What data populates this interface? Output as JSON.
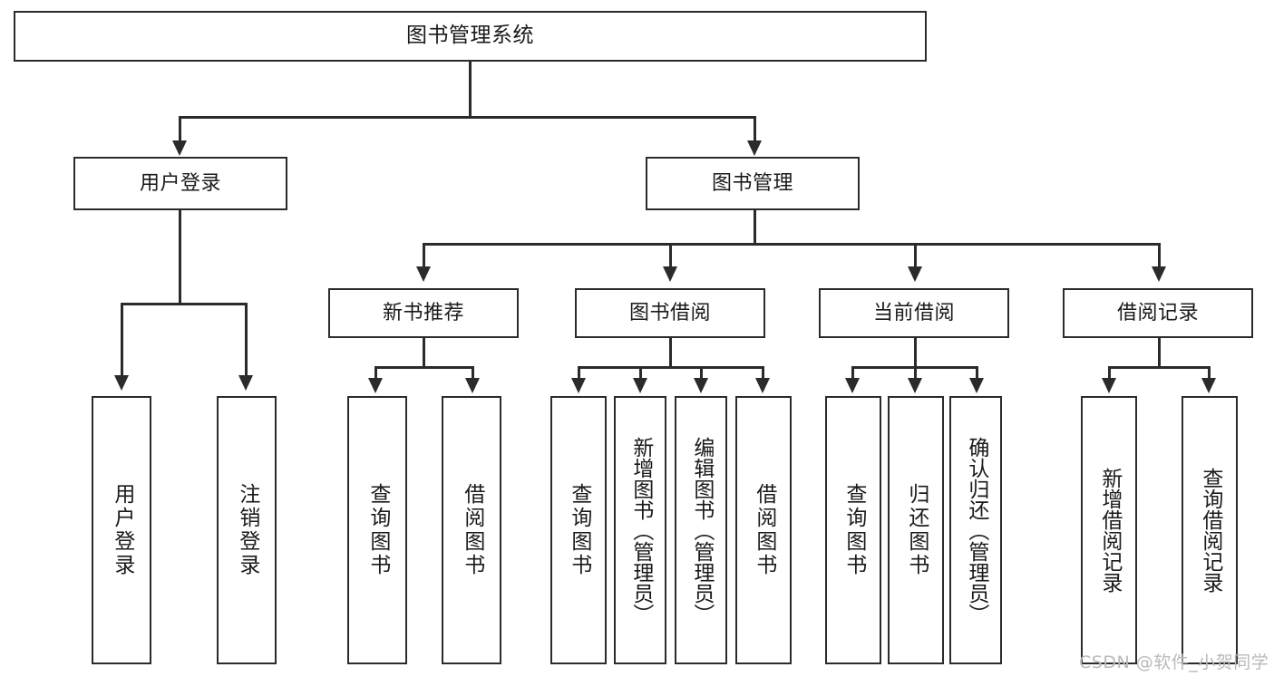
{
  "diagram": {
    "title": "图书管理系统",
    "type": "hierarchy-tree",
    "levels": 3
  },
  "root": {
    "label": "图书管理系统"
  },
  "level2": [
    {
      "id": "user-login",
      "label": "用户登录"
    },
    {
      "id": "book-management",
      "label": "图书管理"
    }
  ],
  "level3": [
    {
      "id": "new-book-recommend",
      "label": "新书推荐",
      "parent": "book-management"
    },
    {
      "id": "book-borrow",
      "label": "图书借阅",
      "parent": "book-management"
    },
    {
      "id": "current-borrow",
      "label": "当前借阅",
      "parent": "book-management"
    },
    {
      "id": "borrow-record",
      "label": "借阅记录",
      "parent": "book-management"
    }
  ],
  "leaves": {
    "user_login": [
      {
        "id": "leaf-user-login",
        "label": "用户登录"
      },
      {
        "id": "leaf-logout",
        "label": "注销登录"
      }
    ],
    "new_book_recommend": [
      {
        "id": "leaf-query-book-1",
        "label": "查询图书"
      },
      {
        "id": "leaf-borrow-book-1",
        "label": "借阅图书"
      }
    ],
    "book_borrow": [
      {
        "id": "leaf-query-book-2",
        "label": "查询图书"
      },
      {
        "id": "leaf-add-book",
        "label": "新增图书（管理员）"
      },
      {
        "id": "leaf-edit-book",
        "label": "编辑图书（管理员）"
      },
      {
        "id": "leaf-borrow-book-2",
        "label": "借阅图书"
      }
    ],
    "current_borrow": [
      {
        "id": "leaf-query-book-3",
        "label": "查询图书"
      },
      {
        "id": "leaf-return-book",
        "label": "归还图书"
      },
      {
        "id": "leaf-confirm-return",
        "label": "确认归还（管理员）"
      }
    ],
    "borrow_record": [
      {
        "id": "leaf-add-record",
        "label": "新增借阅记录"
      },
      {
        "id": "leaf-query-record",
        "label": "查询借阅记录"
      }
    ]
  },
  "watermark": {
    "text": "CSDN @软件_小贺同学"
  },
  "colors": {
    "stroke": "#2b2b2b",
    "fill": "#ffffff",
    "text": "#1a1a1a",
    "watermark": "#b9b9b9"
  }
}
